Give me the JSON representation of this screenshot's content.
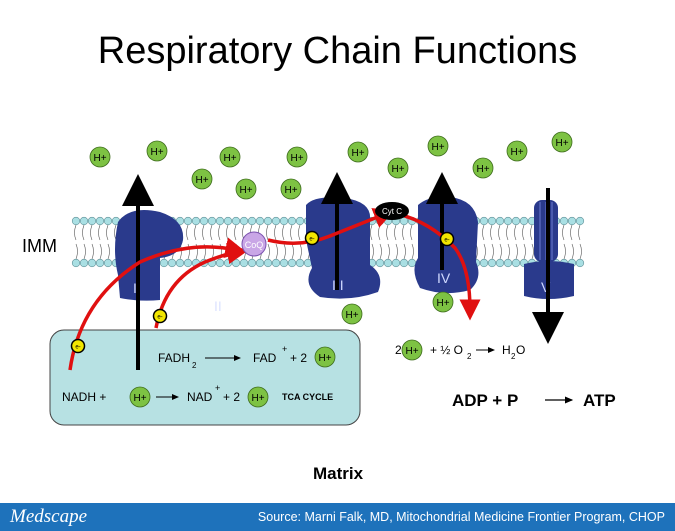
{
  "title": "Respiratory Chain Functions",
  "membrane_label": "IMM",
  "proton": "H+",
  "electron": "e-",
  "complexes": {
    "I": "I",
    "II": "II",
    "III": "III",
    "IV": "IV",
    "V": "V"
  },
  "coq": "CoQ",
  "cytc": "Cyt C",
  "matrix_box": {
    "nadh": "NADH +",
    "nad": "NAD",
    "fadh": "FADH",
    "fad": "FAD",
    "sub2": "2",
    "sup_plus": "+",
    "plus2": "+ 2",
    "tca": "TCA CYCLE"
  },
  "water_reaction": {
    "lead": "2",
    "middle": "+ ½ O",
    "o_sub": "2",
    "h": "H",
    "h_sub": "2",
    "o": "O"
  },
  "atp_reaction": {
    "left": "ADP + P",
    "right": "ATP"
  },
  "matrix_label": "Matrix",
  "footer": {
    "logo": "Medscape",
    "source": "Source: Marni Falk, MD, Mitochondrial Medicine Frontier Program, CHOP"
  },
  "colors": {
    "proton_fill": "#7dc243",
    "complex_fill": "#2a3a8c",
    "membrane_head": "#a9dfe3",
    "matrix_box": "#b7e1e3",
    "arrow_red": "#e01010",
    "coq_fill": "#c9a6e6",
    "footer_bg": "#1e72bb"
  }
}
